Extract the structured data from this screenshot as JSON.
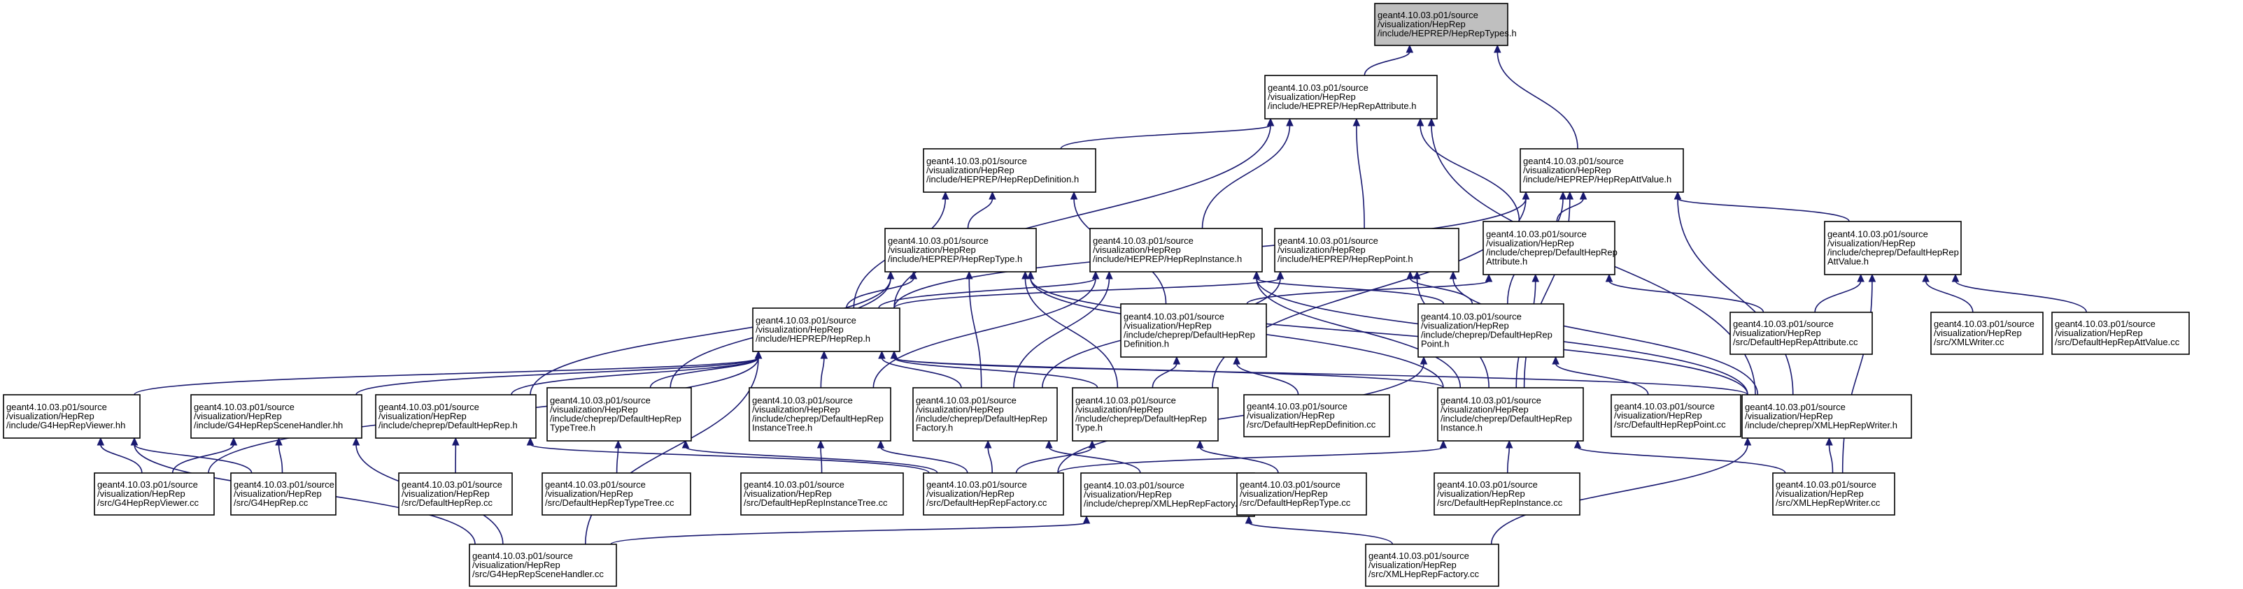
{
  "graph": {
    "nodes": [
      {
        "id": "types",
        "root": true,
        "lines": [
          "geant4.10.03.p01/source",
          "/visualization/HepRep",
          "/include/HEPREP/HepRepTypes.h"
        ]
      },
      {
        "id": "attribute",
        "lines": [
          "geant4.10.03.p01/source",
          "/visualization/HepRep",
          "/include/HEPREP/HepRepAttribute.h"
        ]
      },
      {
        "id": "attvalue",
        "lines": [
          "geant4.10.03.p01/source",
          "/visualization/HepRep",
          "/include/HEPREP/HepRepAttValue.h"
        ]
      },
      {
        "id": "definition",
        "lines": [
          "geant4.10.03.p01/source",
          "/visualization/HepRep",
          "/include/HEPREP/HepRepDefinition.h"
        ]
      },
      {
        "id": "type",
        "lines": [
          "geant4.10.03.p01/source",
          "/visualization/HepRep",
          "/include/HEPREP/HepRepType.h"
        ]
      },
      {
        "id": "instance",
        "lines": [
          "geant4.10.03.p01/source",
          "/visualization/HepRep",
          "/include/HEPREP/HepRepInstance.h"
        ]
      },
      {
        "id": "point",
        "lines": [
          "geant4.10.03.p01/source",
          "/visualization/HepRep",
          "/include/HEPREP/HepRepPoint.h"
        ]
      },
      {
        "id": "dattribute",
        "lines": [
          "geant4.10.03.p01/source",
          "/visualization/HepRep",
          "/include/cheprep/DefaultHepRep",
          "Attribute.h"
        ]
      },
      {
        "id": "dattvalue",
        "lines": [
          "geant4.10.03.p01/source",
          "/visualization/HepRep",
          "/include/cheprep/DefaultHepRep",
          "AttValue.h"
        ]
      },
      {
        "id": "heprep",
        "lines": [
          "geant4.10.03.p01/source",
          "/visualization/HepRep",
          "/include/HEPREP/HepRep.h"
        ]
      },
      {
        "id": "ddefinition",
        "lines": [
          "geant4.10.03.p01/source",
          "/visualization/HepRep",
          "/include/cheprep/DefaultHepRep",
          "Definition.h"
        ]
      },
      {
        "id": "dpoint",
        "lines": [
          "geant4.10.03.p01/source",
          "/visualization/HepRep",
          "/include/cheprep/DefaultHepRep",
          "Point.h"
        ]
      },
      {
        "id": "dattribute_cc",
        "lines": [
          "geant4.10.03.p01/source",
          "/visualization/HepRep",
          "/src/DefaultHepRepAttribute.cc"
        ]
      },
      {
        "id": "xmlwriter_cc",
        "lines": [
          "geant4.10.03.p01/source",
          "/visualization/HepRep",
          "/src/XMLWriter.cc"
        ]
      },
      {
        "id": "dattvalue_cc",
        "lines": [
          "geant4.10.03.p01/source",
          "/visualization/HepRep",
          "/src/DefaultHepRepAttValue.cc"
        ]
      },
      {
        "id": "viewer_hh",
        "lines": [
          "geant4.10.03.p01/source",
          "/visualization/HepRep",
          "/include/G4HepRepViewer.hh"
        ]
      },
      {
        "id": "scenehandler_hh",
        "lines": [
          "geant4.10.03.p01/source",
          "/visualization/HepRep",
          "/include/G4HepRepSceneHandler.hh"
        ]
      },
      {
        "id": "dheprep_h",
        "lines": [
          "geant4.10.03.p01/source",
          "/visualization/HepRep",
          "/include/cheprep/DefaultHepRep.h"
        ]
      },
      {
        "id": "dtypetree_h",
        "lines": [
          "geant4.10.03.p01/source",
          "/visualization/HepRep",
          "/include/cheprep/DefaultHepRep",
          "TypeTree.h"
        ]
      },
      {
        "id": "dinstancetree_h",
        "lines": [
          "geant4.10.03.p01/source",
          "/visualization/HepRep",
          "/include/cheprep/DefaultHepRep",
          "InstanceTree.h"
        ]
      },
      {
        "id": "dfactory_h",
        "lines": [
          "geant4.10.03.p01/source",
          "/visualization/HepRep",
          "/include/cheprep/DefaultHepRep",
          "Factory.h"
        ]
      },
      {
        "id": "dtype_h",
        "lines": [
          "geant4.10.03.p01/source",
          "/visualization/HepRep",
          "/include/cheprep/DefaultHepRep",
          "Type.h"
        ]
      },
      {
        "id": "ddefinition_cc",
        "lines": [
          "geant4.10.03.p01/source",
          "/visualization/HepRep",
          "/src/DefaultHepRepDefinition.cc"
        ]
      },
      {
        "id": "dinstance_h",
        "lines": [
          "geant4.10.03.p01/source",
          "/visualization/HepRep",
          "/include/cheprep/DefaultHepRep",
          "Instance.h"
        ]
      },
      {
        "id": "dpoint_cc",
        "lines": [
          "geant4.10.03.p01/source",
          "/visualization/HepRep",
          "/src/DefaultHepRepPoint.cc"
        ]
      },
      {
        "id": "xmlwriter_h",
        "lines": [
          "geant4.10.03.p01/source",
          "/visualization/HepRep",
          "/include/cheprep/XMLHepRepWriter.h"
        ]
      },
      {
        "id": "viewer_cc",
        "lines": [
          "geant4.10.03.p01/source",
          "/visualization/HepRep",
          "/src/G4HepRepViewer.cc"
        ]
      },
      {
        "id": "g4heprep_cc",
        "lines": [
          "geant4.10.03.p01/source",
          "/visualization/HepRep",
          "/src/G4HepRep.cc"
        ]
      },
      {
        "id": "dheprep_cc",
        "lines": [
          "geant4.10.03.p01/source",
          "/visualization/HepRep",
          "/src/DefaultHepRep.cc"
        ]
      },
      {
        "id": "dtypetree_cc",
        "lines": [
          "geant4.10.03.p01/source",
          "/visualization/HepRep",
          "/src/DefaultHepRepTypeTree.cc"
        ]
      },
      {
        "id": "dinstancetree_cc",
        "lines": [
          "geant4.10.03.p01/source",
          "/visualization/HepRep",
          "/src/DefaultHepRepInstanceTree.cc"
        ]
      },
      {
        "id": "dfactory_cc",
        "lines": [
          "geant4.10.03.p01/source",
          "/visualization/HepRep",
          "/src/DefaultHepRepFactory.cc"
        ]
      },
      {
        "id": "xmlfactory_h",
        "lines": [
          "geant4.10.03.p01/source",
          "/visualization/HepRep",
          "/include/cheprep/XMLHepRepFactory.h"
        ]
      },
      {
        "id": "dtype_cc",
        "lines": [
          "geant4.10.03.p01/source",
          "/visualization/HepRep",
          "/src/DefaultHepRepType.cc"
        ]
      },
      {
        "id": "dinstance_cc",
        "lines": [
          "geant4.10.03.p01/source",
          "/visualization/HepRep",
          "/src/DefaultHepRepInstance.cc"
        ]
      },
      {
        "id": "xmlwriter2_cc",
        "lines": [
          "geant4.10.03.p01/source",
          "/visualization/HepRep",
          "/src/XMLHepRepWriter.cc"
        ]
      },
      {
        "id": "scenehandler_cc",
        "lines": [
          "geant4.10.03.p01/source",
          "/visualization/HepRep",
          "/src/G4HepRepSceneHandler.cc"
        ]
      },
      {
        "id": "xmlfactory_cc",
        "lines": [
          "geant4.10.03.p01/source",
          "/visualization/HepRep",
          "/src/XMLHepRepFactory.cc"
        ]
      }
    ],
    "edges": [
      [
        "types",
        "attribute"
      ],
      [
        "types",
        "attvalue"
      ],
      [
        "attribute",
        "heprep"
      ],
      [
        "attribute",
        "definition"
      ],
      [
        "attribute",
        "instance"
      ],
      [
        "attribute",
        "point"
      ],
      [
        "attribute",
        "dattribute"
      ],
      [
        "attribute",
        "xmlwriter_h"
      ],
      [
        "attvalue",
        "heprep"
      ],
      [
        "attvalue",
        "dattribute"
      ],
      [
        "attvalue",
        "dattvalue"
      ],
      [
        "attvalue",
        "dpoint"
      ],
      [
        "attvalue",
        "dinstance_h"
      ],
      [
        "attvalue",
        "dtype_h"
      ],
      [
        "attvalue",
        "xmlwriter_h"
      ],
      [
        "definition",
        "type"
      ],
      [
        "definition",
        "heprep"
      ],
      [
        "definition",
        "ddefinition"
      ],
      [
        "type",
        "heprep"
      ],
      [
        "type",
        "dheprep_h"
      ],
      [
        "type",
        "dtypetree_h"
      ],
      [
        "type",
        "dfactory_h"
      ],
      [
        "type",
        "dtype_h"
      ],
      [
        "type",
        "dinstance_h"
      ],
      [
        "type",
        "xmlwriter_h"
      ],
      [
        "instance",
        "heprep"
      ],
      [
        "instance",
        "dinstancetree_h"
      ],
      [
        "instance",
        "dfactory_h"
      ],
      [
        "instance",
        "dinstance_h"
      ],
      [
        "instance",
        "dpoint"
      ],
      [
        "instance",
        "xmlwriter_h"
      ],
      [
        "point",
        "heprep"
      ],
      [
        "point",
        "dpoint"
      ],
      [
        "point",
        "dfactory_h"
      ],
      [
        "point",
        "dinstance_h"
      ],
      [
        "point",
        "xmlwriter_h"
      ],
      [
        "dattribute",
        "ddefinition"
      ],
      [
        "dattribute",
        "dattribute_cc"
      ],
      [
        "dattribute",
        "dinstance_h"
      ],
      [
        "dattvalue",
        "dattribute_cc"
      ],
      [
        "dattvalue",
        "xmlwriter_cc"
      ],
      [
        "dattvalue",
        "dattvalue_cc"
      ],
      [
        "dattvalue",
        "xmlwriter2_cc"
      ],
      [
        "heprep",
        "viewer_hh"
      ],
      [
        "heprep",
        "scenehandler_hh"
      ],
      [
        "heprep",
        "dheprep_h"
      ],
      [
        "heprep",
        "dtypetree_h"
      ],
      [
        "heprep",
        "dinstancetree_h"
      ],
      [
        "heprep",
        "dfactory_h"
      ],
      [
        "heprep",
        "dtype_h"
      ],
      [
        "heprep",
        "dinstance_h"
      ],
      [
        "heprep",
        "xmlwriter_h"
      ],
      [
        "heprep",
        "viewer_cc"
      ],
      [
        "heprep",
        "scenehandler_cc"
      ],
      [
        "ddefinition",
        "dtype_h"
      ],
      [
        "ddefinition",
        "ddefinition_cc"
      ],
      [
        "dpoint",
        "dpoint_cc"
      ],
      [
        "dpoint",
        "dfactory_cc"
      ],
      [
        "viewer_hh",
        "viewer_cc"
      ],
      [
        "viewer_hh",
        "g4heprep_cc"
      ],
      [
        "viewer_hh",
        "scenehandler_cc"
      ],
      [
        "scenehandler_hh",
        "viewer_cc"
      ],
      [
        "scenehandler_hh",
        "g4heprep_cc"
      ],
      [
        "scenehandler_hh",
        "scenehandler_cc"
      ],
      [
        "dheprep_h",
        "dheprep_cc"
      ],
      [
        "dheprep_h",
        "dfactory_cc"
      ],
      [
        "dtypetree_h",
        "dtypetree_cc"
      ],
      [
        "dtypetree_h",
        "dfactory_cc"
      ],
      [
        "dinstancetree_h",
        "dinstancetree_cc"
      ],
      [
        "dinstancetree_h",
        "dfactory_cc"
      ],
      [
        "dfactory_h",
        "dfactory_cc"
      ],
      [
        "dfactory_h",
        "xmlfactory_h"
      ],
      [
        "dtype_h",
        "dfactory_cc"
      ],
      [
        "dtype_h",
        "dtype_cc"
      ],
      [
        "dinstance_h",
        "dfactory_cc"
      ],
      [
        "dinstance_h",
        "dinstance_cc"
      ],
      [
        "dinstance_h",
        "xmlwriter2_cc"
      ],
      [
        "xmlwriter_h",
        "xmlwriter2_cc"
      ],
      [
        "xmlwriter_h",
        "xmlfactory_cc"
      ],
      [
        "xmlfactory_h",
        "scenehandler_cc"
      ],
      [
        "xmlfactory_h",
        "xmlfactory_cc"
      ]
    ]
  }
}
